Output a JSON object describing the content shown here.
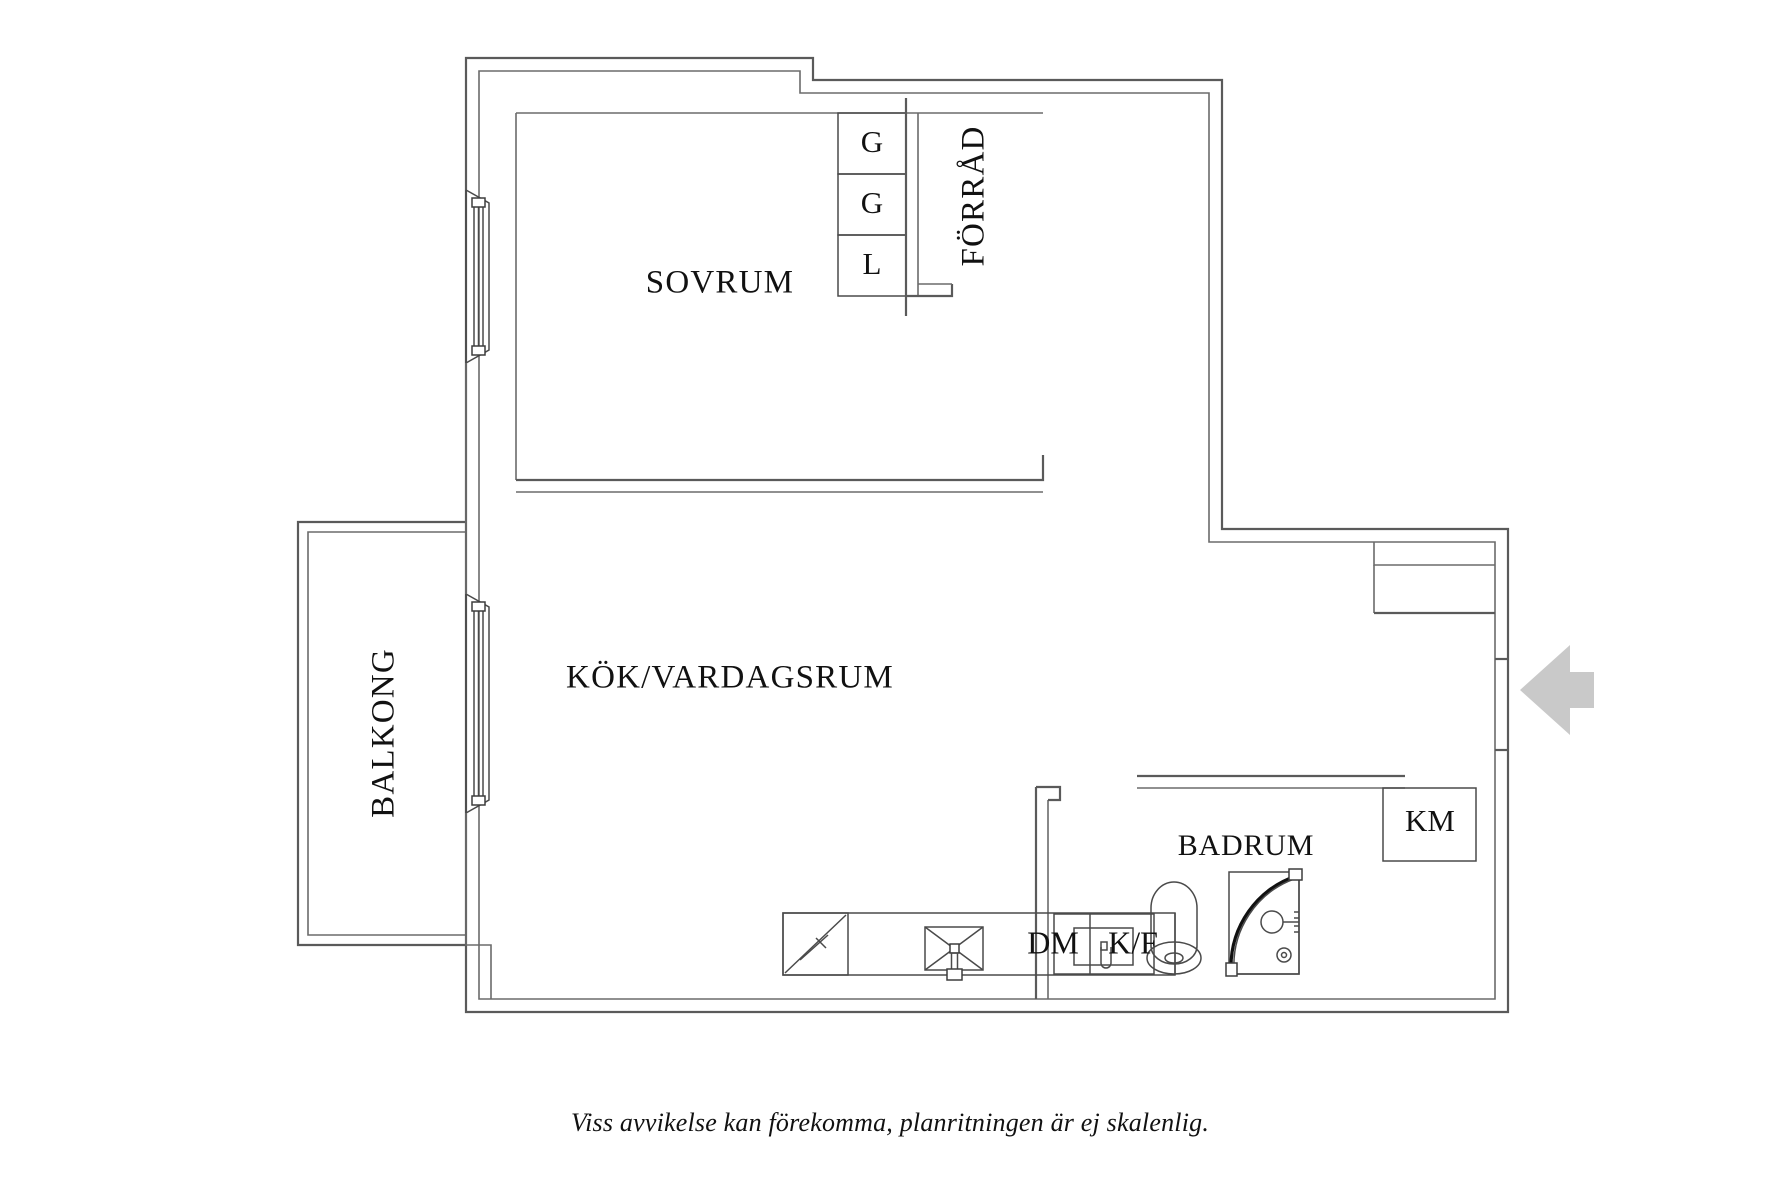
{
  "document": {
    "type": "floor-plan",
    "language": "sv",
    "caption": "Viss avvikelse kan förekomma, planritningen är ej skalenlig.",
    "background_color": "#ffffff",
    "wall_color": "#5a5a5a",
    "text_color": "#111111",
    "entry_arrow_color": "#c9c9c9"
  },
  "rooms": [
    {
      "id": "sovrum",
      "label": "SOVRUM",
      "orientation": "horizontal"
    },
    {
      "id": "kok-vardagsrum",
      "label": "KÖK/VARDAGSRUM",
      "orientation": "horizontal"
    },
    {
      "id": "forrad",
      "label": "FÖRRÅD",
      "orientation": "vertical-ccw"
    },
    {
      "id": "badrum",
      "label": "BADRUM",
      "orientation": "horizontal"
    },
    {
      "id": "balkong",
      "label": "BALKONG",
      "orientation": "vertical-ccw"
    }
  ],
  "closets": [
    {
      "id": "closet-g-upper",
      "label": "G"
    },
    {
      "id": "closet-g-lower",
      "label": "G"
    },
    {
      "id": "closet-l",
      "label": "L"
    },
    {
      "id": "closet-km",
      "label": "KM"
    }
  ],
  "appliances": [
    {
      "id": "dishwasher",
      "label": "DM"
    },
    {
      "id": "fridge-freezer",
      "label": "K/F"
    }
  ],
  "fixtures": [
    {
      "id": "stove",
      "label": "",
      "name": "stove-icon"
    },
    {
      "id": "kitchen-sink",
      "label": "",
      "name": "kitchen-sink-icon"
    },
    {
      "id": "bathroom-sink",
      "label": "",
      "name": "bathroom-sink-icon"
    },
    {
      "id": "toilet",
      "label": "",
      "name": "toilet-icon"
    },
    {
      "id": "shower",
      "label": "",
      "name": "shower-icon"
    }
  ],
  "markers": [
    {
      "id": "entry",
      "label": "",
      "name": "entry-arrow-icon",
      "direction": "left"
    }
  ],
  "windows": [
    {
      "id": "window-sovrum",
      "wall": "west"
    },
    {
      "id": "window-kok",
      "wall": "west"
    }
  ]
}
